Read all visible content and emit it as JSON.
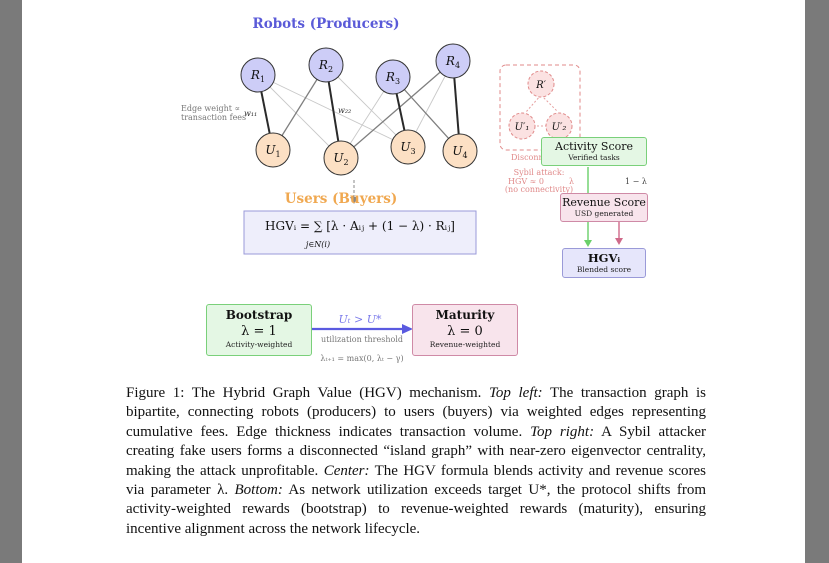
{
  "figure": {
    "graph": {
      "producers_title": "Robots (Producers)",
      "users_title": "Users (Buyers)",
      "robots": [
        {
          "base": "R",
          "sub": "1"
        },
        {
          "base": "R",
          "sub": "2"
        },
        {
          "base": "R",
          "sub": "3"
        },
        {
          "base": "R",
          "sub": "4"
        }
      ],
      "users": [
        {
          "base": "U",
          "sub": "1"
        },
        {
          "base": "U",
          "sub": "2"
        },
        {
          "base": "U",
          "sub": "3"
        },
        {
          "base": "U",
          "sub": "4"
        }
      ],
      "edge_weight_note_line1": "Edge weight ∝",
      "edge_weight_note_line2": "transaction fees",
      "w11": "w₁₁",
      "w22": "w₂₂",
      "formula": "HGVᵢ = ∑ [λ · Aᵢⱼ + (1 − λ) · Rᵢⱼ]",
      "formula_sub": "j∈N(i)"
    },
    "sybil": {
      "r_prime": "R′",
      "u1_prime": "U′₁",
      "u2_prime": "U′₂",
      "disconnected": "Disconnected",
      "attack_line1": "Sybil attack:",
      "attack_line2": "HGV ≈ 0",
      "attack_line3": "(no connectivity)"
    },
    "hgv_flow": {
      "activity_title": "Activity Score",
      "activity_sub": "Verified tasks",
      "lambda_label": "λ",
      "one_minus_lambda": "1 − λ",
      "revenue_title": "Revenue Score",
      "revenue_sub": "USD generated",
      "hgv_title": "HGVᵢ",
      "hgv_sub": "Blended score"
    },
    "phases": {
      "bootstrap_title": "Bootstrap",
      "bootstrap_lambda": "λ = 1",
      "bootstrap_sub": "Activity-weighted",
      "maturity_title": "Maturity",
      "maturity_lambda": "λ = 0",
      "maturity_sub": "Revenue-weighted",
      "condition": "Uₜ > U*",
      "threshold": "utilization threshold",
      "update_rule": "λₜ₊₁ = max(0, λₜ − γ)"
    }
  },
  "caption": {
    "label": "Figure 1: The Hybrid Graph Value (HGV) mechanism.",
    "top_left_label": "Top left:",
    "top_left": "The transaction graph is bipartite, connecting robots (producers) to users (buyers) via weighted edges representing cumulative fees. Edge thickness indicates transaction volume.",
    "top_right_label": "Top right:",
    "top_right": "A Sybil attacker creating fake users forms a disconnected “island graph” with near-zero eigenvector centrality, making the attack unprofitable.",
    "center_label": "Center:",
    "center": "The HGV formula blends activity and revenue scores via parameter λ.",
    "bottom_label": "Bottom:",
    "bottom": "As network utilization exceeds target U*, the protocol shifts from activity-weighted rewards (bootstrap) to revenue-weighted rewards (maturity), ensuring incentive alignment across the network lifecycle."
  },
  "colors": {
    "robot_fill": "#cdcdf7",
    "user_fill": "#fce0c4",
    "producer_title": "#5a5ad8",
    "users_title": "#f0a850",
    "sybil": "#e08a8a",
    "activity_border": "#7ad07a",
    "activity_fill": "#e4f7e4",
    "revenue_border": "#cf8aa6",
    "revenue_fill": "#f8e4ec",
    "hgv_fill": "#e6e6fb",
    "arrow_blue": "#5a5ae0"
  }
}
